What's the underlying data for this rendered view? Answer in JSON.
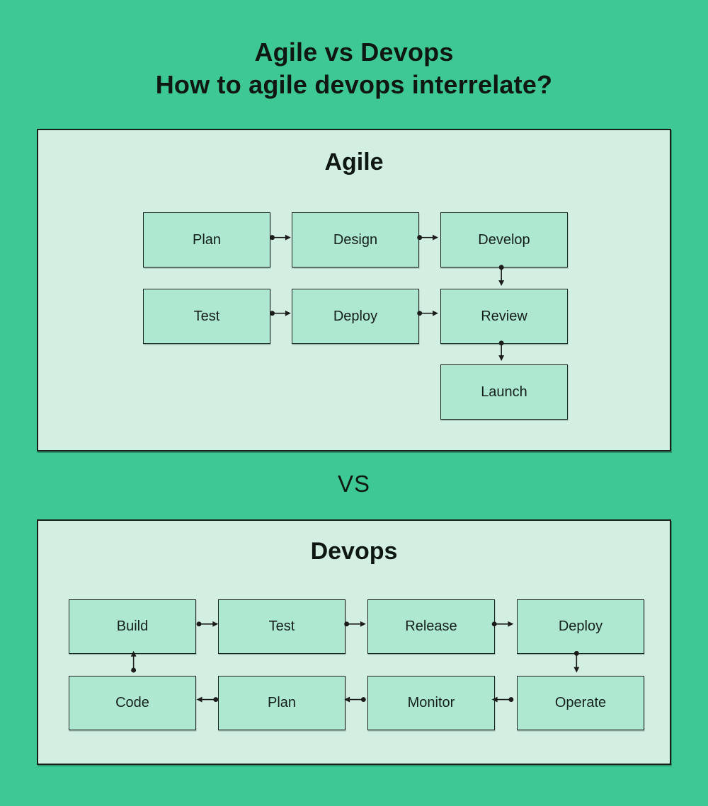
{
  "header": {
    "title_line1": "Agile vs Devops",
    "title_line2": "How to agile devops interrelate?"
  },
  "divider": {
    "label": "VS"
  },
  "agile": {
    "title": "Agile",
    "nodes": {
      "plan": "Plan",
      "design": "Design",
      "develop": "Develop",
      "test": "Test",
      "deploy": "Deploy",
      "review": "Review",
      "launch": "Launch"
    },
    "edges": [
      "plan -> design",
      "design -> develop",
      "develop -> review",
      "test -> deploy",
      "deploy -> review",
      "review -> launch"
    ]
  },
  "devops": {
    "title": "Devops",
    "nodes": {
      "build": "Build",
      "test": "Test",
      "release": "Release",
      "deploy": "Deploy",
      "code": "Code",
      "plan": "Plan",
      "monitor": "Monitor",
      "operate": "Operate"
    },
    "edges": [
      "code -> build",
      "build -> test",
      "test -> release",
      "release -> deploy",
      "deploy -> operate",
      "operate -> monitor",
      "monitor -> plan",
      "plan -> code"
    ]
  },
  "colors": {
    "background": "#3ec894",
    "panel": "#d3efe2",
    "node": "#aee8d1",
    "border": "#1c241f",
    "text": "#0e1712"
  }
}
